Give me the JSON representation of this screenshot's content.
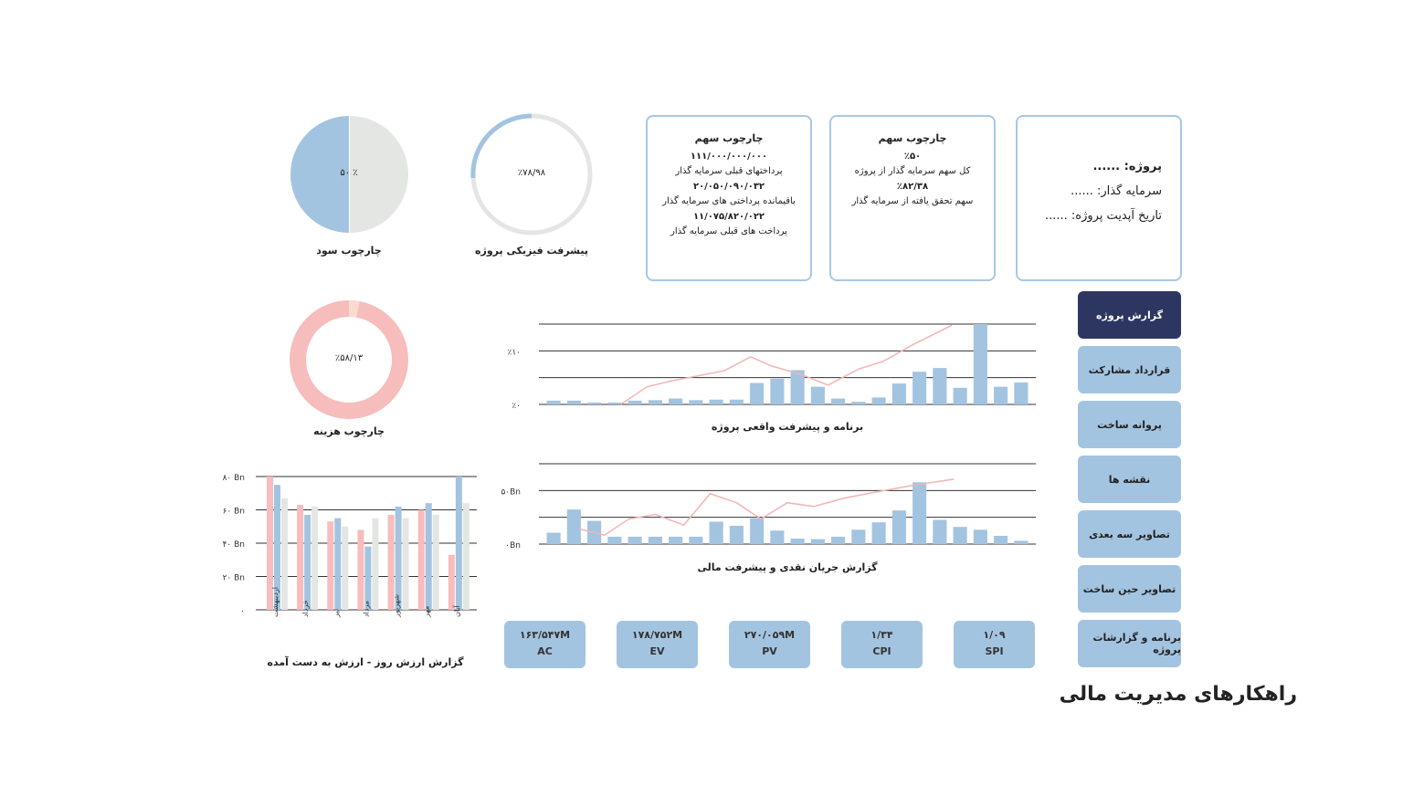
{
  "title": "راهکارهای مدیریت مالی",
  "sidebar": {
    "items": [
      {
        "label": "گزارش پروژه",
        "active": true
      },
      {
        "label": "قرارداد مشارکت"
      },
      {
        "label": "پروانه ساخت"
      },
      {
        "label": "نقشه ها"
      },
      {
        "label": "تصاویر سه بعدی"
      },
      {
        "label": "تصاویر حین ساخت"
      },
      {
        "label": "برنامه و گزارشات پروژه"
      }
    ]
  },
  "info_card": {
    "project": "پروژه: ......",
    "investor": "سرمایه گذار: ......",
    "update_date": "تاریخ آپدیت پروژه: ......"
  },
  "share_card_1": {
    "title": "چارچوب سهم",
    "v1": "٪۵۰",
    "d1": "کل سهم سرمایه گذار از پروژه",
    "v2": "٪۸۲/۳۸",
    "d2": "سهم تحقق یافته از سرمایه گذار"
  },
  "share_card_2": {
    "title": "چارچوب سهم",
    "v1": "۱۱۱/۰۰۰/۰۰۰/۰۰۰",
    "d1": "پرداختهای قبلی سرمایه گذار",
    "v2": "۲۰/۰۵۰/۰۹۰/۰۳۲",
    "d2": "باقیمانده پرداختی های سرمایه گذار",
    "v3": "۱۱/۰۷۵/۸۲۰/۰۲۲",
    "d3": "پرداخت های قبلی سرمایه گذار"
  },
  "gauges": {
    "profit": {
      "label": "چارچوب سود",
      "value_text": "٪ ۵۰",
      "value": 50,
      "color": "#a3c4e0"
    },
    "physical": {
      "label": "پیشرفت فیزیکی پروژه",
      "value_text": "٪۷۸/۹۸",
      "value": 78.98,
      "color": "#a3c4e0"
    },
    "cost": {
      "label": "چارچوب هزینه",
      "value_text": "٪۵۸/۱۳",
      "value": 58.13,
      "color": "#f7bcbc"
    }
  },
  "kpis": [
    {
      "value": "۱۶۳/۵۴۷M",
      "label": "AC"
    },
    {
      "value": "۱۷۸/۷۵۲M",
      "label": "EV"
    },
    {
      "value": "۲۷۰/۰۵۹M",
      "label": "PV"
    },
    {
      "value": "۱/۳۴",
      "label": "CPI"
    },
    {
      "value": "۱/۰۹",
      "label": "SPI"
    }
  ],
  "chart_data": [
    {
      "type": "bar",
      "title": "برنامه و پیشرفت واقعی پروژه",
      "ylim": [
        0,
        15
      ],
      "yticks": [
        {
          "v": 0,
          "label": "٪۰"
        },
        {
          "v": 10,
          "label": "٪۱۰"
        }
      ],
      "gridlines": [
        0,
        5,
        10,
        15
      ],
      "bars": [
        0.7,
        0.7,
        0.35,
        0.35,
        0.7,
        0.8,
        1.1,
        0.8,
        0.9,
        0.9,
        4.0,
        4.8,
        6.4,
        3.3,
        1.1,
        0.5,
        1.3,
        3.9,
        6.1,
        6.8,
        3.1,
        15,
        3.3,
        4.1
      ],
      "line": [
        [
          3.3,
          0
        ],
        [
          4.6,
          3.3
        ],
        [
          5.7,
          4.3
        ],
        [
          8.4,
          6.3
        ],
        [
          9.7,
          8.9
        ],
        [
          10.7,
          7.2
        ],
        [
          12.1,
          5.7
        ],
        [
          13.5,
          3.6
        ],
        [
          15,
          6.6
        ],
        [
          16.2,
          8.0
        ],
        [
          17.7,
          11.2
        ],
        [
          19.6,
          14.8
        ]
      ]
    },
    {
      "type": "bar",
      "title": "گزارش جریان نقدی و پیشرفت مالی",
      "ylim": [
        0,
        75
      ],
      "yticks": [
        {
          "v": 0,
          "label": "۰Bn"
        },
        {
          "v": 50,
          "label": "۵۰Bn"
        }
      ],
      "gridlines": [
        0,
        25,
        50,
        75
      ],
      "bars": [
        10.6,
        32.3,
        21.7,
        6.9,
        6.9,
        6.9,
        6.9,
        6.9,
        20.9,
        17.1,
        24,
        12.6,
        5.1,
        4.6,
        6.9,
        13.4,
        20.3,
        31.4,
        57.7,
        22.6,
        16,
        13.4,
        7.7,
        3.1
      ],
      "line": [
        [
          1.3,
          14
        ],
        [
          2.5,
          8.3
        ],
        [
          3.7,
          23.4
        ],
        [
          5,
          27.7
        ],
        [
          6.4,
          17.7
        ],
        [
          7.7,
          47.1
        ],
        [
          9,
          38.6
        ],
        [
          10.2,
          23.4
        ],
        [
          11.5,
          38.6
        ],
        [
          12.8,
          35.1
        ],
        [
          14.3,
          42.9
        ],
        [
          16,
          49.1
        ],
        [
          17.7,
          54.9
        ],
        [
          19.7,
          60.6
        ]
      ]
    },
    {
      "type": "bar",
      "title": "گزارش ارزش روز - ارزش به دست آمده",
      "ylim": [
        0,
        80
      ],
      "yticks": [
        {
          "v": 0,
          "label": "۰"
        },
        {
          "v": 20,
          "label": "۲۰ Bn"
        },
        {
          "v": 40,
          "label": "۴۰ Bn"
        },
        {
          "v": 60,
          "label": "۶۰ Bn"
        },
        {
          "v": 80,
          "label": "۸۰ Bn"
        }
      ],
      "categories": [
        "اردیبهشت",
        "خرداد",
        "تیر",
        "مرداد",
        "شهریور",
        "مهر",
        "آبان"
      ],
      "series": [
        {
          "color": "#f7bcbc",
          "values": [
            80,
            63,
            53,
            48,
            57,
            60,
            33
          ]
        },
        {
          "color": "#a3c4e0",
          "values": [
            75,
            57,
            55,
            38,
            62,
            64,
            80
          ]
        },
        {
          "color": "#e4e6e4",
          "values": [
            67,
            62,
            50,
            55,
            55,
            57,
            64
          ]
        }
      ]
    }
  ]
}
